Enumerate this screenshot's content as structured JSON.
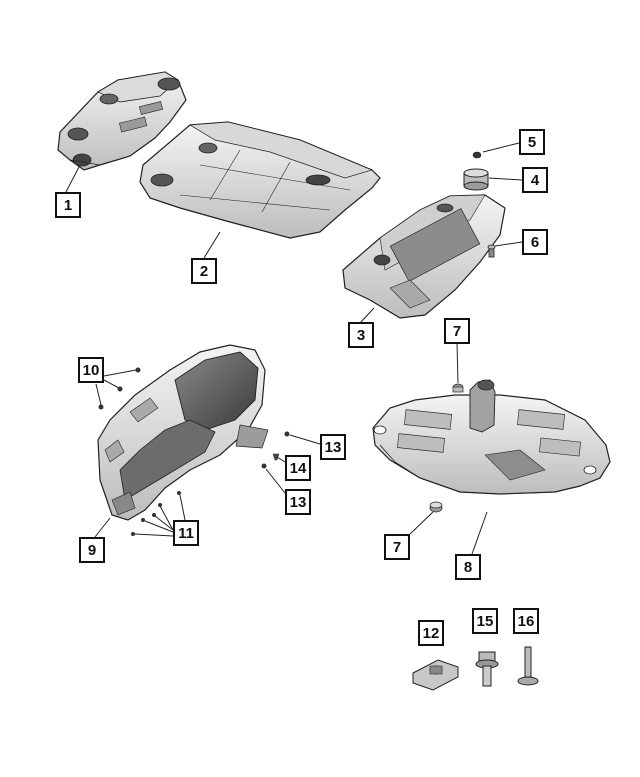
{
  "callouts": [
    {
      "id": "c1",
      "label": "1"
    },
    {
      "id": "c2",
      "label": "2"
    },
    {
      "id": "c3",
      "label": "3"
    },
    {
      "id": "c4",
      "label": "4"
    },
    {
      "id": "c5",
      "label": "5"
    },
    {
      "id": "c6",
      "label": "6"
    },
    {
      "id": "c7a",
      "label": "7"
    },
    {
      "id": "c7b",
      "label": "7"
    },
    {
      "id": "c8",
      "label": "8"
    },
    {
      "id": "c9",
      "label": "9"
    },
    {
      "id": "c10",
      "label": "10"
    },
    {
      "id": "c11",
      "label": "11"
    },
    {
      "id": "c12",
      "label": "12"
    },
    {
      "id": "c13a",
      "label": "13"
    },
    {
      "id": "c13b",
      "label": "13"
    },
    {
      "id": "c14",
      "label": "14"
    },
    {
      "id": "c15",
      "label": "15"
    },
    {
      "id": "c16",
      "label": "16"
    }
  ],
  "colors": {
    "line": "#222222",
    "part_fill": "#ececec",
    "part_shade": "#9a9a9a",
    "part_dark": "#4a4a4a",
    "background": "#ffffff"
  }
}
